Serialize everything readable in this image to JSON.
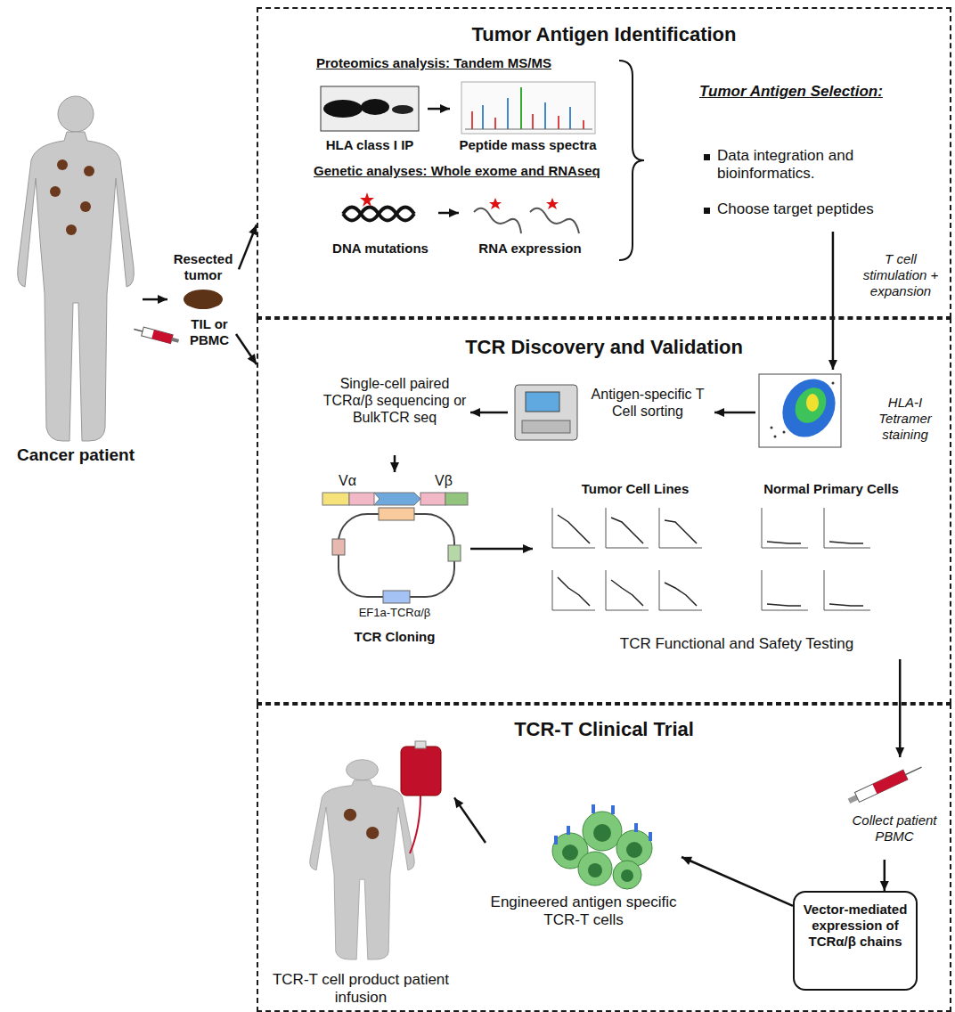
{
  "diagram": {
    "nodes": [
      {
        "text": [
          "Tumor Antigen Identification"
        ]
      },
      {
        "text": [
          "HLA class I IP"
        ],
        "in": 0
      },
      {
        "text": [
          "Peptide mass spectra"
        ],
        "in": 0
      },
      {
        "text": [
          "DNA mutations"
        ],
        "in": 0
      },
      {
        "text": [
          "RNA expression"
        ],
        "in": 0
      },
      {
        "text": [
          "Tumor Antigen Selection:",
          "Data integration and bioinformatics.",
          "Choose target peptides"
        ],
        "in": 0
      },
      {
        "text": [
          "Cancer patient"
        ]
      },
      {
        "text": [
          "Resected tumor"
        ]
      },
      {
        "text": [
          "TIL or PBMC"
        ]
      },
      {
        "text": [
          "TCR Discovery and Validation"
        ]
      },
      {
        "text": [
          "HLA-I Tetramer staining"
        ],
        "in": 9
      },
      {
        "text": [
          "Antigen-specific T Cell sorting"
        ],
        "in": 9
      },
      {
        "text": [
          "Single-cell paired TCRα/β sequencing or BulkTCR seq"
        ],
        "in": 9
      },
      {
        "text": [
          "Vα",
          "Vβ",
          "EF1a-TCRα/β",
          "TCR Cloning"
        ],
        "in": 9
      },
      {
        "text": [
          "Tumor Cell Lines",
          "Normal Primary Cells",
          "TCR Functional and Safety Testing"
        ],
        "in": 9
      },
      {
        "text": [
          "TCR-T Clinical Trial"
        ]
      },
      {
        "text": [
          "Collect patient PBMC"
        ],
        "in": 15
      },
      {
        "text": [
          "Vector-mediated expression of TCRα/β chains"
        ],
        "in": 15
      },
      {
        "text": [
          "Engineered antigen specific TCR-T cells"
        ],
        "in": 15
      },
      {
        "text": [
          "TCR-T cell product patient infusion"
        ],
        "in": 15
      }
    ],
    "edges": [
      {
        "from": 6,
        "to": 7,
        "arrow": "to"
      },
      {
        "from": 7,
        "to": 0,
        "arrow": "to"
      },
      {
        "from": 8,
        "to": 9,
        "arrow": "to"
      },
      {
        "from": 1,
        "to": 2,
        "arrow": "to"
      },
      {
        "from": 3,
        "to": 4,
        "arrow": "to"
      },
      {
        "from": 5,
        "to": 10,
        "label": "T cell stimulation + expansion",
        "arrow": "to"
      },
      {
        "from": 10,
        "to": 11,
        "arrow": "to"
      },
      {
        "from": 11,
        "to": 12,
        "arrow": "to"
      },
      {
        "from": 12,
        "to": 13,
        "arrow": "to"
      },
      {
        "from": 13,
        "to": 14,
        "arrow": "to"
      },
      {
        "from": 14,
        "to": 16,
        "arrow": "to"
      },
      {
        "from": 16,
        "to": 17,
        "arrow": "to"
      },
      {
        "from": 17,
        "to": 18,
        "arrow": "to"
      },
      {
        "from": 18,
        "to": 19,
        "arrow": "to"
      }
    ],
    "labels": [
      "Proteomics analysis: Tandem MS/MS",
      "Genetic analyses: Whole exome and RNAseq"
    ]
  }
}
